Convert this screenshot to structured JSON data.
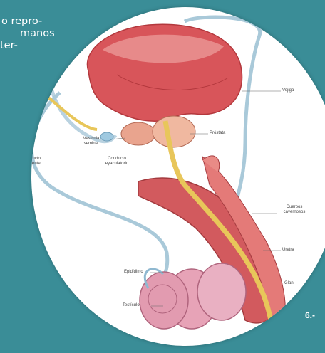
{
  "side_text": {
    "line1": "o repro-",
    "line2": "manos",
    "line3": "ter-"
  },
  "labels": {
    "vejiga": "Vejiga",
    "prostata": "Próstata",
    "vesicula": "Vesícula seminal",
    "conducto_eyaculatorio": "Conducto eyaculatorio",
    "conducto_deferente": "Conducto deferente",
    "cuerpos_cavernosos": "Cuerpos cavernosos",
    "uretra": "Uretra",
    "glande": "Glan",
    "epididimo": "Epidídimo",
    "testiculo": "Testículo"
  },
  "page_number": "6.-",
  "colors": {
    "background": "#3a8d97",
    "organ_red": "#d8555a",
    "urethra": "#e8c65a",
    "duct_blue": "#a9c9d9"
  }
}
